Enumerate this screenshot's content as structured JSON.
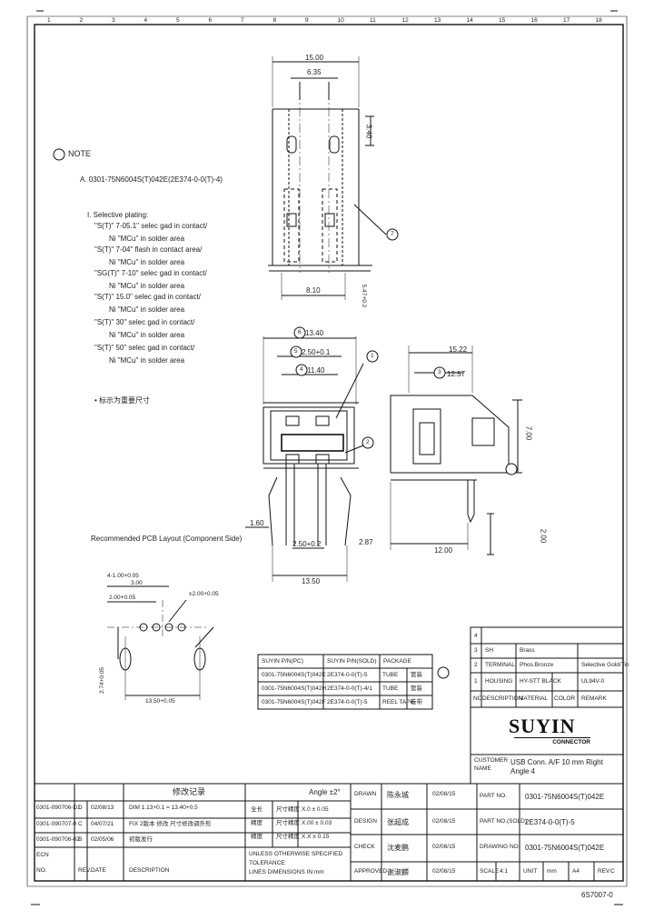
{
  "sheet": {
    "top_ruler": [
      "1",
      "2",
      "3",
      "4",
      "5",
      "6",
      "7",
      "8",
      "9",
      "10",
      "11",
      "12",
      "13",
      "14",
      "15",
      "16",
      "17",
      "18"
    ],
    "bottom_code": "6S7007-0"
  },
  "note": {
    "header": "NOTE",
    "part_line": "A. 0301-75N6004S(T)042E(2E374-0-0(T)-4)",
    "items": [
      "I. Selective plating:",
      "\"S(T)\" 7-05.1\" selec gad in contact/",
      "Ni \"MCu\" in solder area",
      "\"S(T)\" 7-04\" flash in contact area/",
      "Ni \"MCu\" in solder area",
      "\"SG(T)\" 7-10\" selec gad in contact/",
      "Ni \"MCu\" in solder area",
      "\"S(T)\" 15.0\" selec gad in contact/",
      "Ni \"MCu\" in solder area",
      "\"S(T)\" 30\" selec gad in contact/",
      "Ni \"MCu\" in solder area",
      "\"S(T)\" 50\" selec gad in contact/",
      "Ni \"MCu\" in solder area",
      "• 标示为重要尺寸"
    ]
  },
  "dims": {
    "top_15": "15.00",
    "top_635": "6.35",
    "top_side": "3.40",
    "top_810": "8.10",
    "top_code": "5.47+0.2",
    "front_1340": "13.40",
    "front_250": "2.50+0.1",
    "front_1140": "11.40",
    "front_2502": "2.50+0.2",
    "front_161": "1.60",
    "front_287": "2.87",
    "front_1350": "13.50",
    "side_1522": "15.22",
    "side_1257": "12.57",
    "side_700": "7.00",
    "side_1200": "12.00",
    "side_2": "2.00",
    "pcb_300": "3.00",
    "pcb_2500": "2.00+0.05",
    "pcb_4x": "4-1.00+0.05",
    "pcb_hole": "±2.00+0.05",
    "pcb_1350": "13.50+0.05",
    "pcb_vert": "2.74+0.05"
  },
  "callouts": [
    "1",
    "2",
    "3",
    "4",
    "5",
    "6",
    "7"
  ],
  "pcb_title": "Recommended PCB Layout (Component Side)",
  "order_table": {
    "headers": [
      "SUYIN P/N(PC)",
      "SUYIN P/N(SOLD)",
      "PACKAGE"
    ],
    "rows": [
      [
        "0301-75N6004S(T)042E",
        "2E374-0-0(T)-5",
        "TUBE",
        "管装"
      ],
      [
        "0301-75N6004S(T)042H",
        "2E374-0-0(T)-4/1",
        "TUBE",
        "管装"
      ],
      [
        "0301-75N6004S(T)042F",
        "2E374-0-0(T)-5",
        "REEL TAPE",
        "卷带"
      ]
    ]
  },
  "bom": {
    "rows": [
      [
        "4",
        "",
        "",
        "",
        ""
      ],
      [
        "3",
        "SH",
        "Brass",
        "",
        ""
      ],
      [
        "2",
        "TERMINAL",
        "Phos.Bronze",
        "Selective Gold/Tin",
        ""
      ],
      [
        "1",
        "HOUSING",
        "HY-STT BLACK",
        "UL94V-0",
        ""
      ]
    ],
    "footer": [
      "NO.",
      "DESCRIPTION",
      "MATERIAL",
      "COLOR",
      "REMARK"
    ]
  },
  "logo": {
    "name": "SUYIN",
    "sub": "CONNECTOR"
  },
  "customer": {
    "label": "CUSTOMER",
    "label2": "NAME",
    "title_line1": "USB Conn. A/F 10 mm Right",
    "title_line2": "Angle 4"
  },
  "revisions": {
    "header": "修改记录",
    "rows": [
      [
        "0301-090706-D1",
        "D",
        "02/08/13",
        "DIM 1.13+0.1 = 13.40+0.5"
      ],
      [
        "0301-090707-0",
        "C",
        "04/07/21",
        "FIX 2版本 修改 尺寸修改调外形"
      ],
      [
        "0301-090706-02",
        "B",
        "02/05/06",
        "初版发行"
      ],
      [
        "ECN",
        "",
        "",
        ""
      ],
      [
        "NO.",
        "REV.",
        "DATE",
        "DESCRIPTION"
      ]
    ]
  },
  "tolerance": {
    "header": "Angle ±2°",
    "rows": [
      [
        "全长",
        "尺寸精度",
        "X.0 ± 0.05"
      ],
      [
        "精度",
        "尺寸精度",
        "X.00 ± 0.03"
      ],
      [
        "精度",
        "尺寸精度",
        "X.X ± 0.15"
      ]
    ],
    "unless": [
      "UNLESS OTHERWISE SPECIFIED",
      "TOLERANCE:",
      "LINES DIMENSIONS IN mm"
    ]
  },
  "signatures": {
    "rows": [
      [
        "DRAWN",
        "陈永城",
        "02/08/15"
      ],
      [
        "DESIGN",
        "张超成",
        "02/08/15"
      ],
      [
        "CHECK",
        "沈麦鹏",
        "02/08/15"
      ],
      [
        "APPROVED",
        "谢淑麟",
        "02/08/15"
      ]
    ]
  },
  "partinfo": {
    "rows": [
      [
        "PART NO.",
        "0301-75N6004S(T)042E"
      ],
      [
        "PART NO.(SOLD)",
        "2E374-0-0(T)-5"
      ],
      [
        "DRAWING NO.",
        "0301-75N6004S(T)042E"
      ]
    ],
    "bottom": [
      "SCALE",
      "4:1",
      "UNIT",
      "mm",
      "A4",
      "REV",
      "C"
    ]
  }
}
